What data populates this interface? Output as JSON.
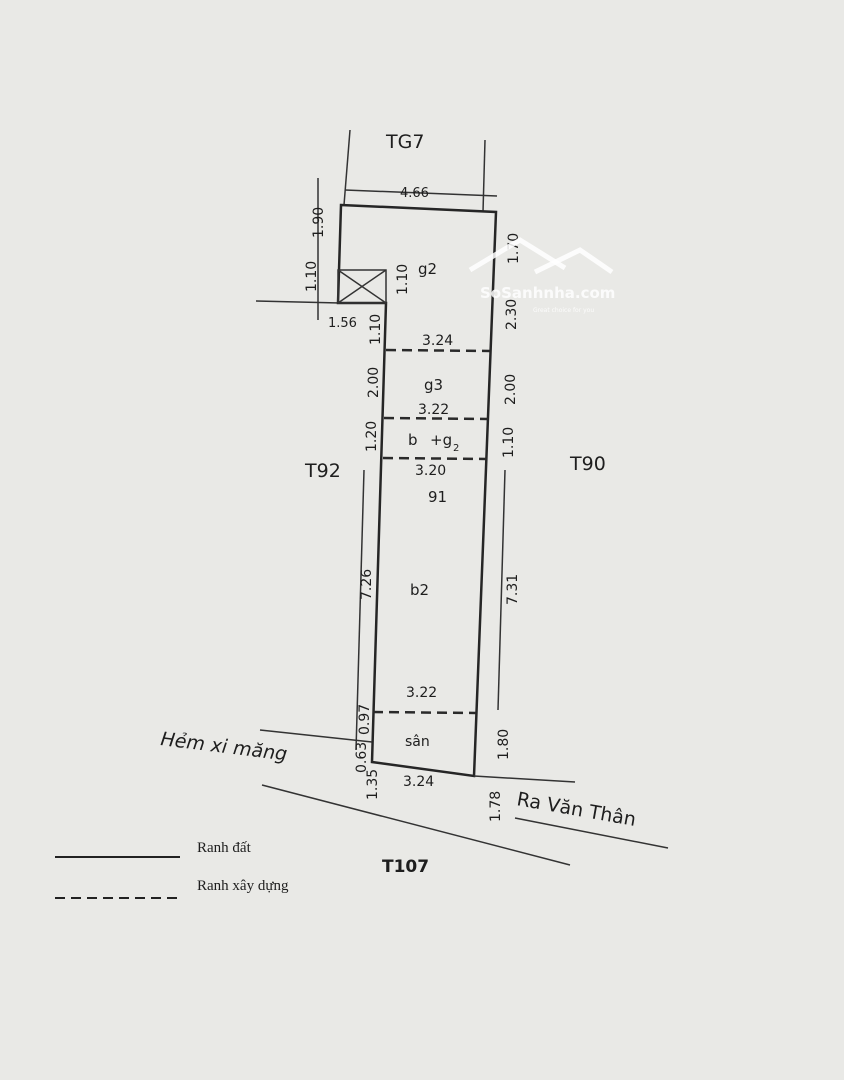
{
  "plot": {
    "neighbors": {
      "top": "TG7",
      "left": "T92",
      "right": "T90",
      "bottom": "T107"
    },
    "rooms": [
      "g2",
      "g3",
      "b",
      "+g",
      "2",
      "91",
      "b2",
      "sân"
    ],
    "dimensions": {
      "top_width": "4.66",
      "left_top": "1.90",
      "left_notch": "1.10",
      "notch_width": "1.56",
      "notch_inner": "1.10",
      "left_1": "1.10",
      "left_2": "2.00",
      "left_3": "1.20",
      "left_4": "7.26",
      "left_5": "0.97",
      "left_6": "0.63",
      "left_7": "1.35",
      "right_1": "1.70",
      "right_2": "2.30",
      "right_3": "2.00",
      "right_4": "1.10",
      "right_5": "7.31",
      "right_6": "1.80",
      "right_7": "1.78",
      "width_1": "3.24",
      "width_2": "3.22",
      "width_3": "3.20",
      "width_4": "3.22",
      "width_bottom": "3.24"
    },
    "streets": {
      "left": "Hẻm xi măng",
      "right": "Ra Văn Thân"
    }
  },
  "legend": {
    "solid": "Ranh đất",
    "dashed": "Ranh xây dựng"
  },
  "watermark": {
    "brand": "SoSanhnha.com",
    "tagline": "Great choice for you"
  }
}
